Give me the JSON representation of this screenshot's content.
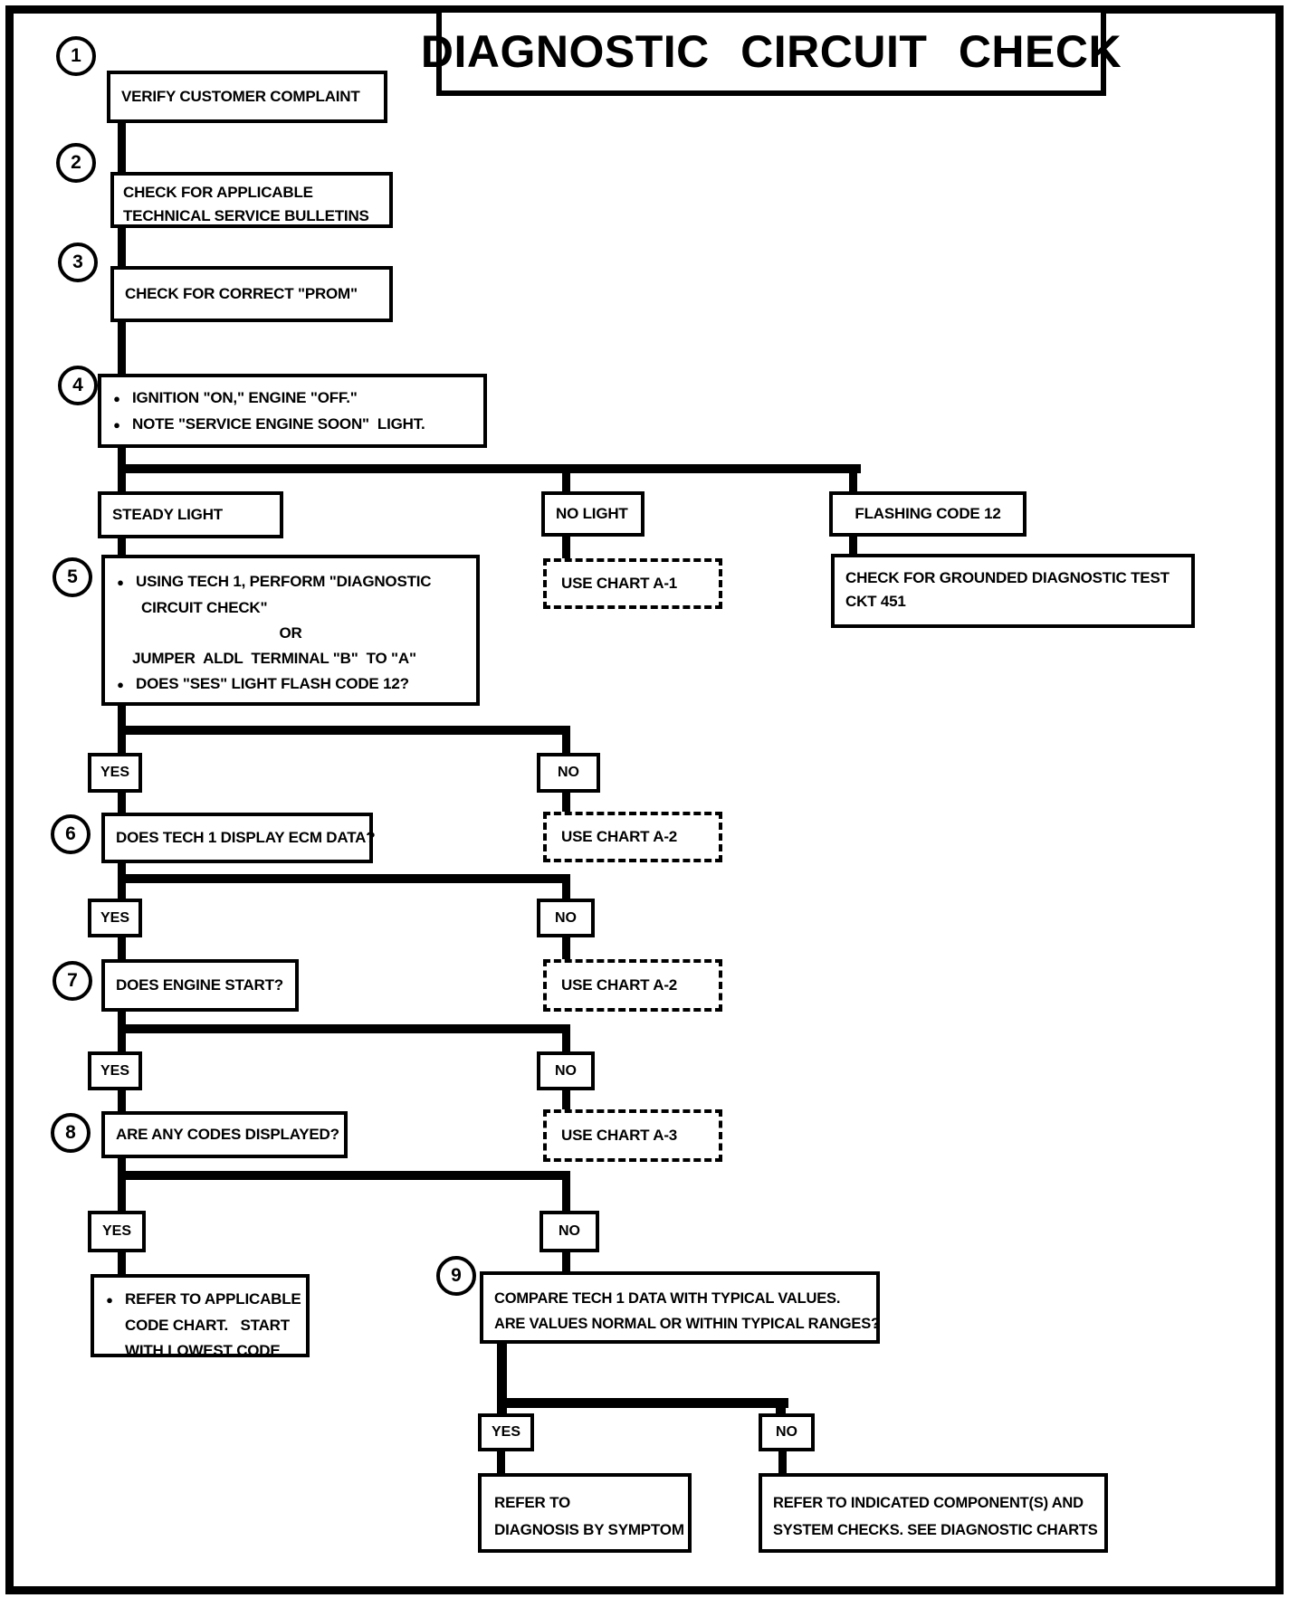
{
  "title": "DIAGNOSTIC CIRCUIT CHECK",
  "bullet": "●",
  "labels": {
    "yes": "YES",
    "no": "NO"
  },
  "nodes": {
    "step1": {
      "num": "1",
      "label": "VERIFY CUSTOMER COMPLAINT"
    },
    "step2": {
      "num": "2",
      "lines": [
        "CHECK FOR APPLICABLE",
        "TECHNICAL SERVICE BULLETINS"
      ]
    },
    "step3": {
      "num": "3",
      "label": "CHECK FOR CORRECT \"PROM\""
    },
    "step4": {
      "num": "4",
      "bullets": [
        "IGNITION \"ON,\" ENGINE \"OFF.\"",
        "NOTE \"SERVICE ENGINE SOON\"  LIGHT."
      ]
    },
    "steady_light": {
      "label": "STEADY LIGHT"
    },
    "no_light": {
      "label": "NO LIGHT"
    },
    "flashing_code": {
      "label": "FLASHING CODE 12"
    },
    "chart_a1": {
      "label": "USE CHART A-1"
    },
    "ckt451": {
      "lines": [
        "CHECK FOR GROUNDED DIAGNOSTIC TEST",
        "CKT 451"
      ]
    },
    "step5": {
      "num": "5",
      "bullet1": "USING TECH 1, PERFORM \"DIAGNOSTIC",
      "line2": "CIRCUIT CHECK\"",
      "or": "OR",
      "line4": "JUMPER  ALDL  TERMINAL \"B\"  TO \"A\"",
      "bullet2": "DOES \"SES\" LIGHT FLASH CODE 12?"
    },
    "step6": {
      "num": "6",
      "label": "DOES TECH 1 DISPLAY ECM DATA?"
    },
    "chart_a2_first": {
      "label": "USE CHART A-2"
    },
    "step7": {
      "num": "7",
      "label": "DOES ENGINE START?"
    },
    "chart_a2_second": {
      "label": "USE CHART A-2"
    },
    "step8": {
      "num": "8",
      "label": "ARE ANY CODES DISPLAYED?"
    },
    "chart_a3": {
      "label": "USE CHART A-3"
    },
    "refer_code_chart": {
      "bullet_line": "REFER TO APPLICABLE",
      "lines": [
        "CODE CHART.   START",
        "WITH LOWEST CODE"
      ]
    },
    "step9": {
      "num": "9",
      "lines": [
        "COMPARE TECH 1 DATA WITH TYPICAL VALUES.",
        "ARE VALUES NORMAL OR WITHIN TYPICAL RANGES?"
      ]
    },
    "refer_symptom": {
      "lines": [
        "REFER TO",
        "DIAGNOSIS BY SYMPTOM"
      ]
    },
    "refer_component": {
      "lines": [
        "REFER TO INDICATED COMPONENT(S) AND",
        "SYSTEM CHECKS. SEE DIAGNOSTIC CHARTS"
      ]
    }
  }
}
